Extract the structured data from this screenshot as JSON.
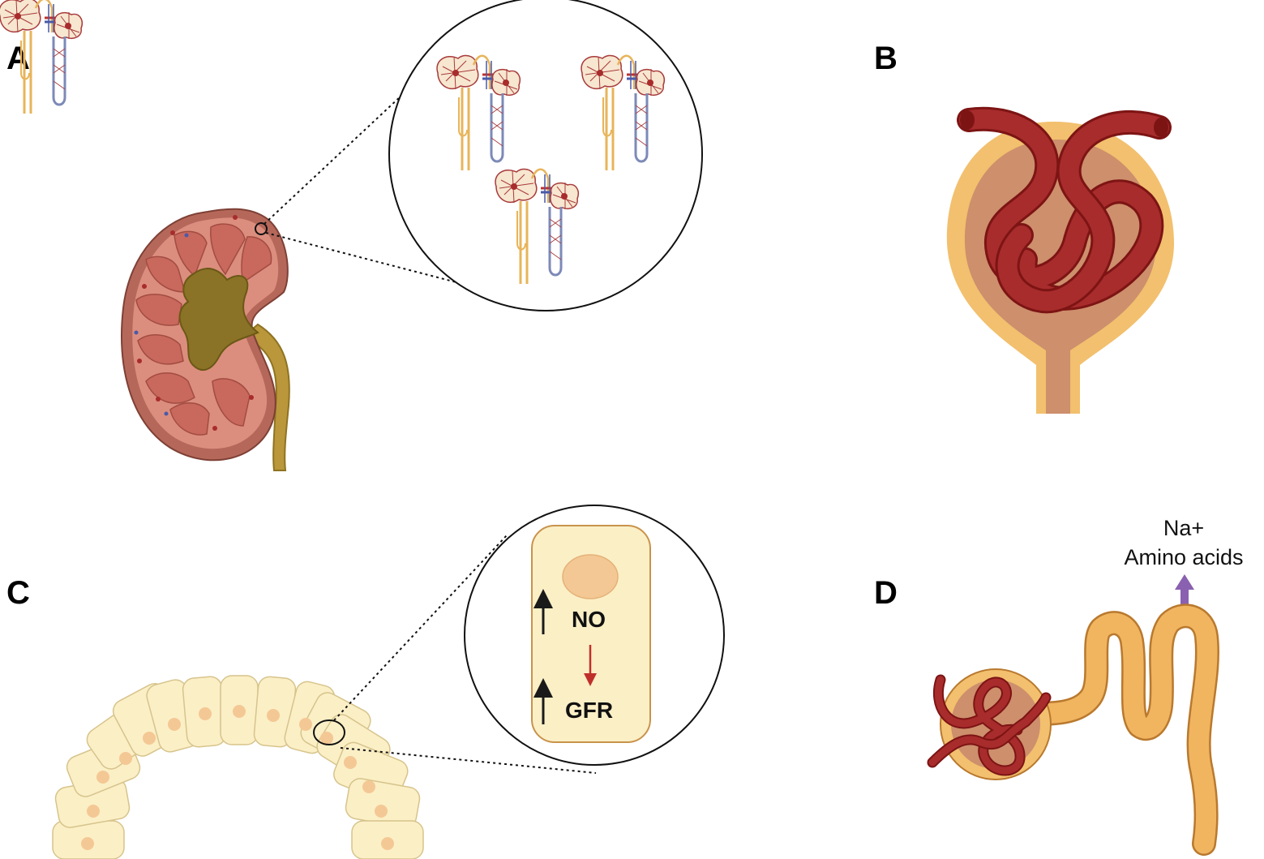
{
  "panels": {
    "a": {
      "letter": "A"
    },
    "b": {
      "letter": "B"
    },
    "c": {
      "letter": "C",
      "upper_label": "NO",
      "lower_label": "GFR"
    },
    "d": {
      "letter": "D",
      "annotation_line1": "Na+",
      "annotation_line2": "Amino acids"
    }
  },
  "colors": {
    "kidney_outer": "#b5685a",
    "kidney_cortex": "#dc8e7e",
    "pyramid": "#c9685c",
    "pelvis": "#8a7326",
    "ureter": "#b9973a",
    "capsule": "#f2c06e",
    "capsule_inner": "#cd8f6c",
    "vessel": "#a82c2c",
    "vessel_dark": "#7d1414",
    "epithelium": "#fbefc6",
    "cell_border": "#d7c48c",
    "nucleus": "#f4c894",
    "tubule": "#f1b560",
    "tubule_border": "#b9792e",
    "up_arrow": "#1a1a1a",
    "down_arrow": "#c0302b",
    "transport_arrow": "#8a60b0"
  }
}
